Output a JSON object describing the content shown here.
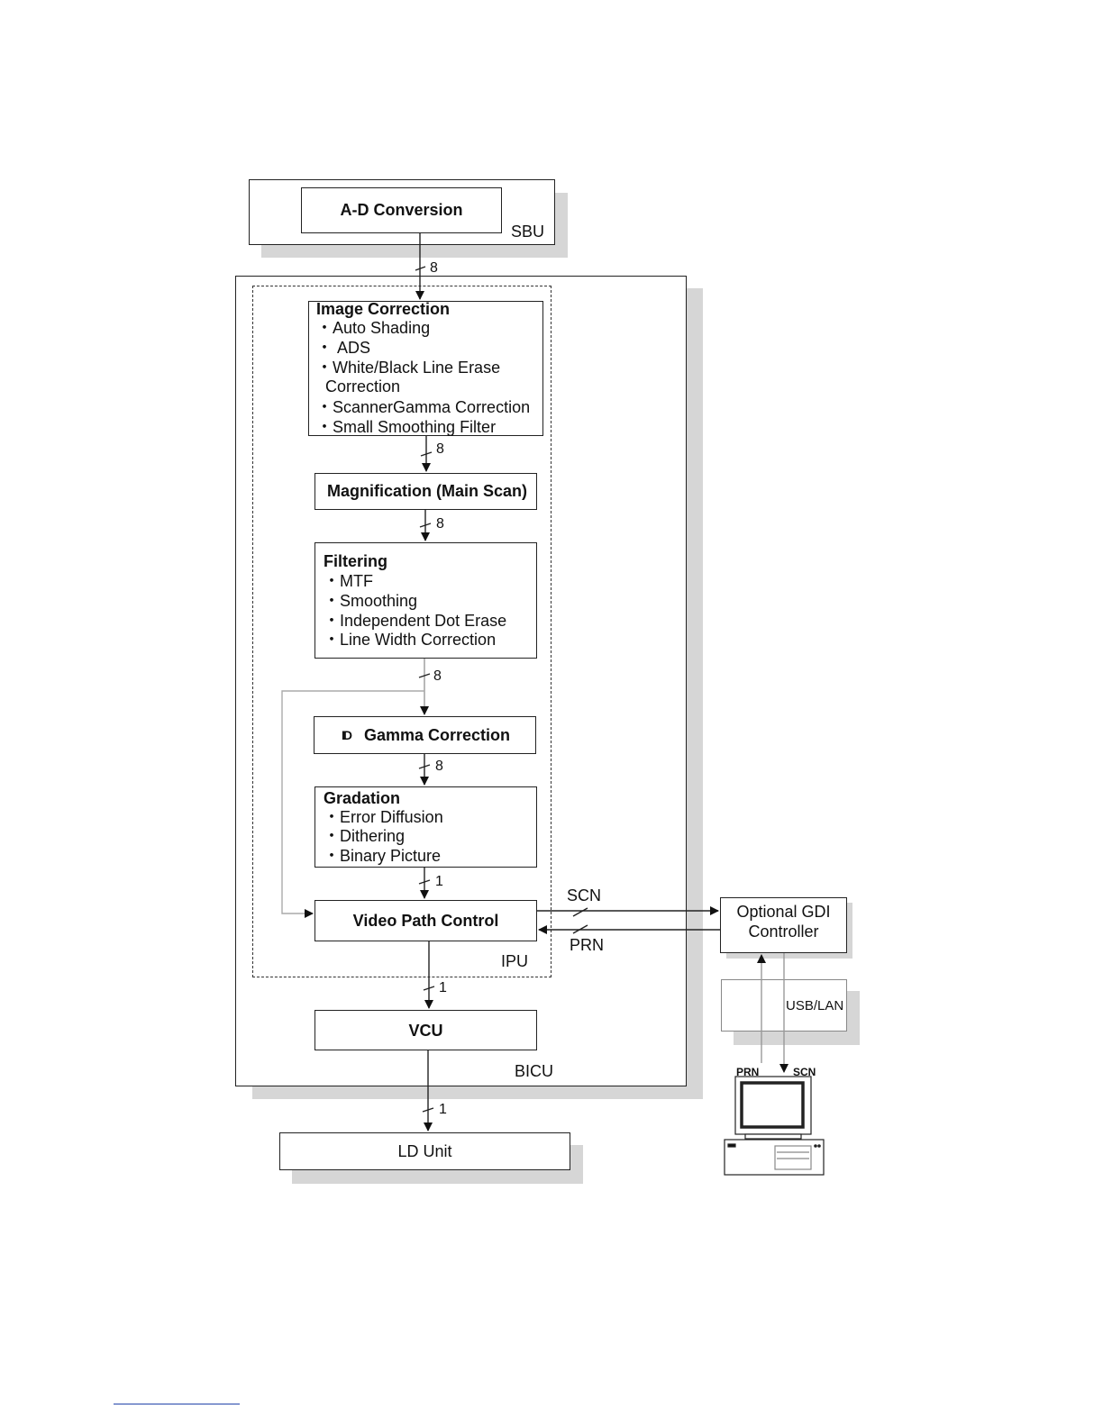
{
  "sbu": {
    "label": "SBU",
    "block": "A-D Conversion"
  },
  "bicu": {
    "label": "BICU"
  },
  "ipu": {
    "label": "IPU"
  },
  "image_correction": {
    "title": "Image Correction",
    "items": [
      "・Auto Shading",
      "・ ADS",
      "・White/Black Line Erase",
      "Correction",
      "・ScannerGamma Correction",
      "・Small Smoothing Filter"
    ]
  },
  "magnification": {
    "title": "Magnification (Main Scan)"
  },
  "filtering": {
    "title": "Filtering",
    "items": [
      "・MTF",
      "・Smoothing",
      "・Independent Dot Erase",
      "・Line Width Correction"
    ]
  },
  "gamma": {
    "prefix": "ID",
    "title": "Gamma Correction"
  },
  "gradation": {
    "title": "Gradation",
    "items": [
      "・Error Diffusion",
      "・Dithering",
      "・Binary Picture"
    ]
  },
  "video_path": {
    "title": "Video Path Control"
  },
  "vcu": {
    "title": "VCU"
  },
  "ld_unit": {
    "title": "LD Unit"
  },
  "gdi": {
    "line1": "Optional GDI",
    "line2": "Controller"
  },
  "usb_lan": {
    "label": "USB/LAN"
  },
  "pc": {
    "prn": "PRN",
    "scn": "SCN"
  },
  "bus_widths": {
    "w8": "8",
    "w1": "1"
  },
  "signals": {
    "scn": "SCN",
    "prn": "PRN"
  }
}
